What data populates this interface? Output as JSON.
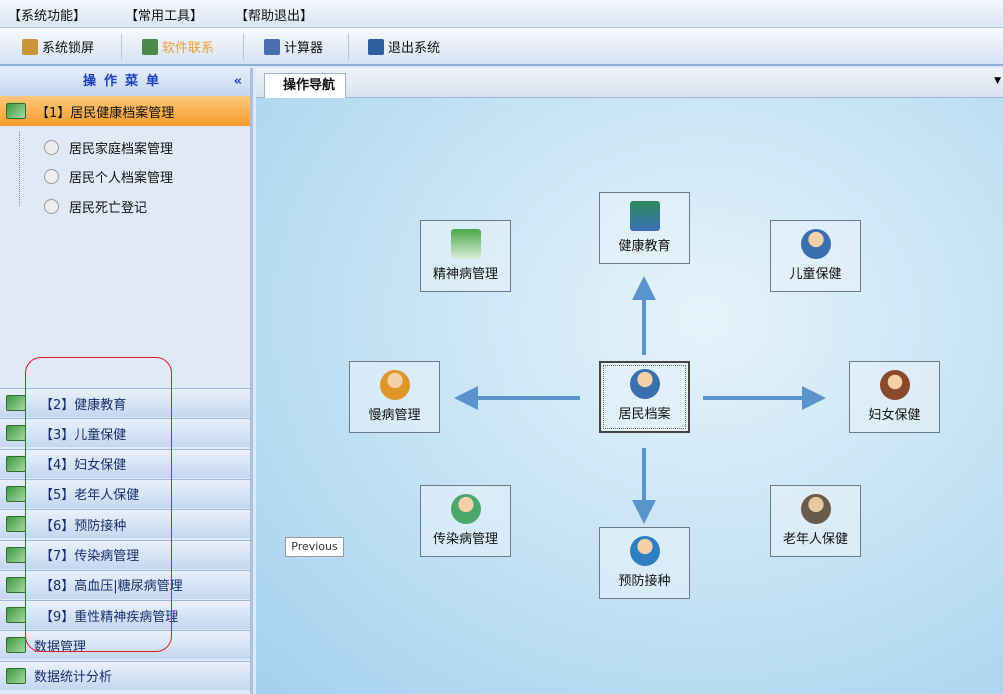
{
  "menubar": [
    "【系统功能】",
    "【常用工具】",
    "【帮助退出】"
  ],
  "toolbar": [
    {
      "label": "系统锁屏",
      "icon": "lock-icon",
      "color": "#c9973a"
    },
    {
      "label": "软件联系",
      "icon": "contact-icon",
      "color": "#4a8a4a"
    },
    {
      "label": "计算器",
      "icon": "calculator-icon",
      "color": "#4a6fb0"
    },
    {
      "label": "退出系统",
      "icon": "exit-door-icon",
      "color": "#2f5f9f"
    }
  ],
  "sidebar": {
    "title": "操作菜单",
    "collapse": "«",
    "active": "【1】居民健康档案管理",
    "subitems": [
      "居民家庭档案管理",
      "居民个人档案管理",
      "居民死亡登记"
    ],
    "items": [
      "【2】健康教育",
      "【3】儿童保健",
      "【4】妇女保健",
      "【5】老年人保健",
      "【6】预防接种",
      "【7】传染病管理",
      "【8】高血压|糖尿病管理",
      "【9】重性精神疾病管理",
      "数据管理",
      "数据统计分析"
    ]
  },
  "main": {
    "tab": "操作导航",
    "nodes": {
      "edu": "健康教育",
      "mental": "精神病管理",
      "child": "儿童保健",
      "chronic": "慢病管理",
      "center": "居民档案",
      "women": "妇女保健",
      "infect": "传染病管理",
      "vacc": "预防接种",
      "elder": "老年人保健"
    },
    "tooltip": "Previous",
    "arrow_color": "#5b93cc"
  }
}
